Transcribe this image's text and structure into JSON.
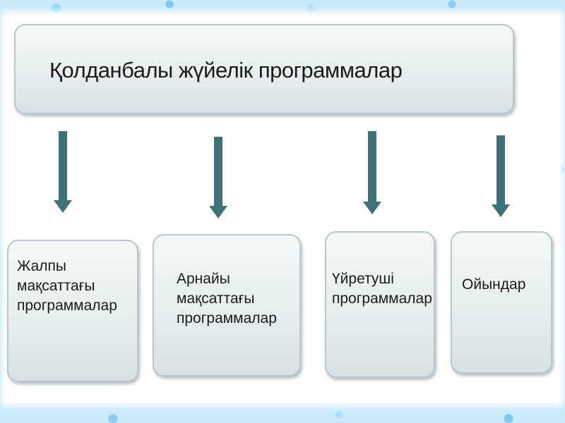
{
  "diagram": {
    "root": {
      "label": "Қолданбалы жүйелік программалар"
    },
    "children": [
      {
        "label": "Жалпы\nмақсаттағы\nпрограммалар"
      },
      {
        "label": "Арнайы\nмақсаттағы\nпрограммалар"
      },
      {
        "label": "Үйретуші\nпрограммалар"
      },
      {
        "label": "Ойындар"
      }
    ],
    "colors": {
      "arrow": "#3f7277",
      "box_border": "#b8c7c9",
      "box_fill_top": "#f4f8f8",
      "box_fill_bottom": "#d6e2e5",
      "frame": "#c9eaf9"
    }
  }
}
